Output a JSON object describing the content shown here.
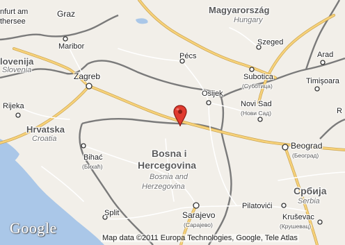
{
  "map": {
    "colors": {
      "land": "#f2efe9",
      "border": "#7a7a7a",
      "motorway": "#f7d27a",
      "road": "#ffffff",
      "water": "#aac7e8",
      "marker": "#e03a2f"
    },
    "countries": {
      "hungary": "Magyarország",
      "hungary_en": "Hungary",
      "croatia": "Hrvatska",
      "croatia_en": "Croatia",
      "bosnia_1": "Bosna i",
      "bosnia_2": "Hercegovina",
      "bosnia_en_1": "Bosnia and",
      "bosnia_en_2": "Herzegovina",
      "serbia": "Србија",
      "serbia_en": "Serbia",
      "slovenia": "lovenija",
      "slovenia_en": "Slovenia"
    },
    "cities": {
      "graz": "Graz",
      "nfurt": "nfurt am",
      "thersee": "thersee",
      "maribor": "Maribor",
      "zagreb": "Zagreb",
      "rijeka": "Rijeka",
      "bihac": "Bihać",
      "bihac_cyr": "(Бихаћ)",
      "split": "Split",
      "pecs": "Pécs",
      "szeged": "Szeged",
      "arad": "Arad",
      "timisoara": "Timişoara",
      "subotica": "Subotica",
      "subotica_cyr": "(Суботица)",
      "osijek": "Osijek",
      "novisad": "Novi Sad",
      "novisad_cyr": "(Нови Сад)",
      "beograd": "Beograd",
      "beograd_cyr": "(Београд)",
      "sarajevo": "Sarajevo",
      "sarajevo_cyr": "(Сарајево)",
      "pilatovici": "Pilatovići",
      "krusevac": "Kruševac",
      "krusevac_cyr": "(Крушевац)",
      "r_edge": "R"
    },
    "logo": "Google",
    "copyright": "Map data ©2011 Europa Technologies, Google, Tele Atlas"
  }
}
